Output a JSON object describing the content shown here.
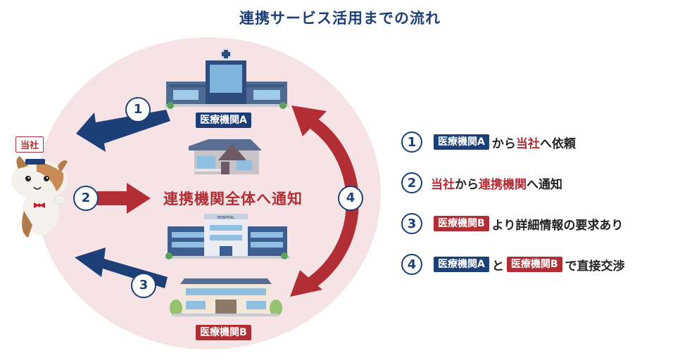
{
  "title": "連携サービス活用までの流れ",
  "center_label": "連携機関全体へ通知",
  "company_label": "当社",
  "hospital_a_label": "医療機関A",
  "hospital_b_label": "医療機関B",
  "hospital_sign": "HOSPITAL",
  "step_numbers": [
    "1",
    "2",
    "3",
    "4"
  ],
  "legend": {
    "r1": {
      "num": "1",
      "tag": "医療機関A",
      "t1": "から",
      "red": "当社",
      "t2": "へ依頼"
    },
    "r2": {
      "num": "2",
      "red1": "当社",
      "t1": "から",
      "red2": "連携機関",
      "t2": "へ通知"
    },
    "r3": {
      "num": "3",
      "tag": "医療機関B",
      "t1": "より詳細情報の要求あり"
    },
    "r4": {
      "num": "4",
      "tag1": "医療機関A",
      "t1": "と",
      "tag2": "医療機関B",
      "t2": "で直接交渉"
    }
  },
  "colors": {
    "navy": "#1c3f78",
    "red": "#b22e35",
    "circle": "#f6e3e5"
  }
}
